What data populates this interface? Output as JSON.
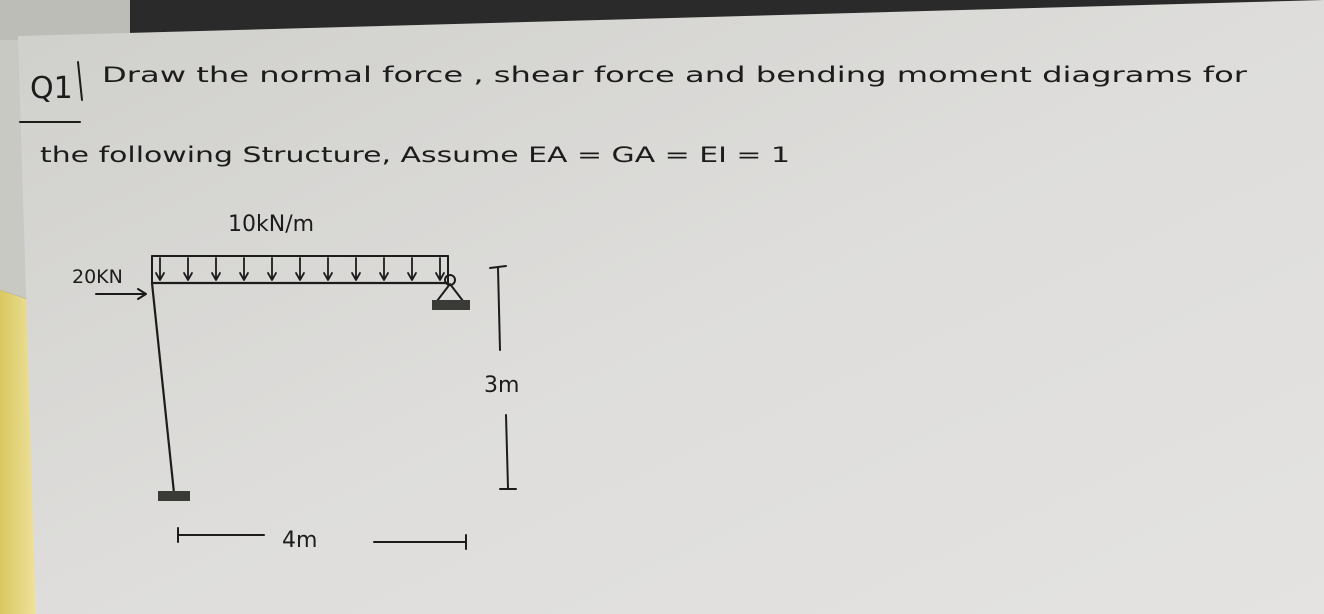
{
  "question": {
    "label": "Q1",
    "line1": "Draw the normal force , shear force and bending moment diagrams for",
    "line2": "the following Structure, Assume EA = GA = EI = 1"
  },
  "figure": {
    "distributed_load": "10kN/m",
    "point_load": "20KN",
    "height_dim": "3m",
    "span_dim": "4m"
  },
  "colors": {
    "paper": "#dcdcd8",
    "ink": "#1c1c1c",
    "background": "#2a2a2a",
    "yellow_edge": "#e8d77a"
  }
}
